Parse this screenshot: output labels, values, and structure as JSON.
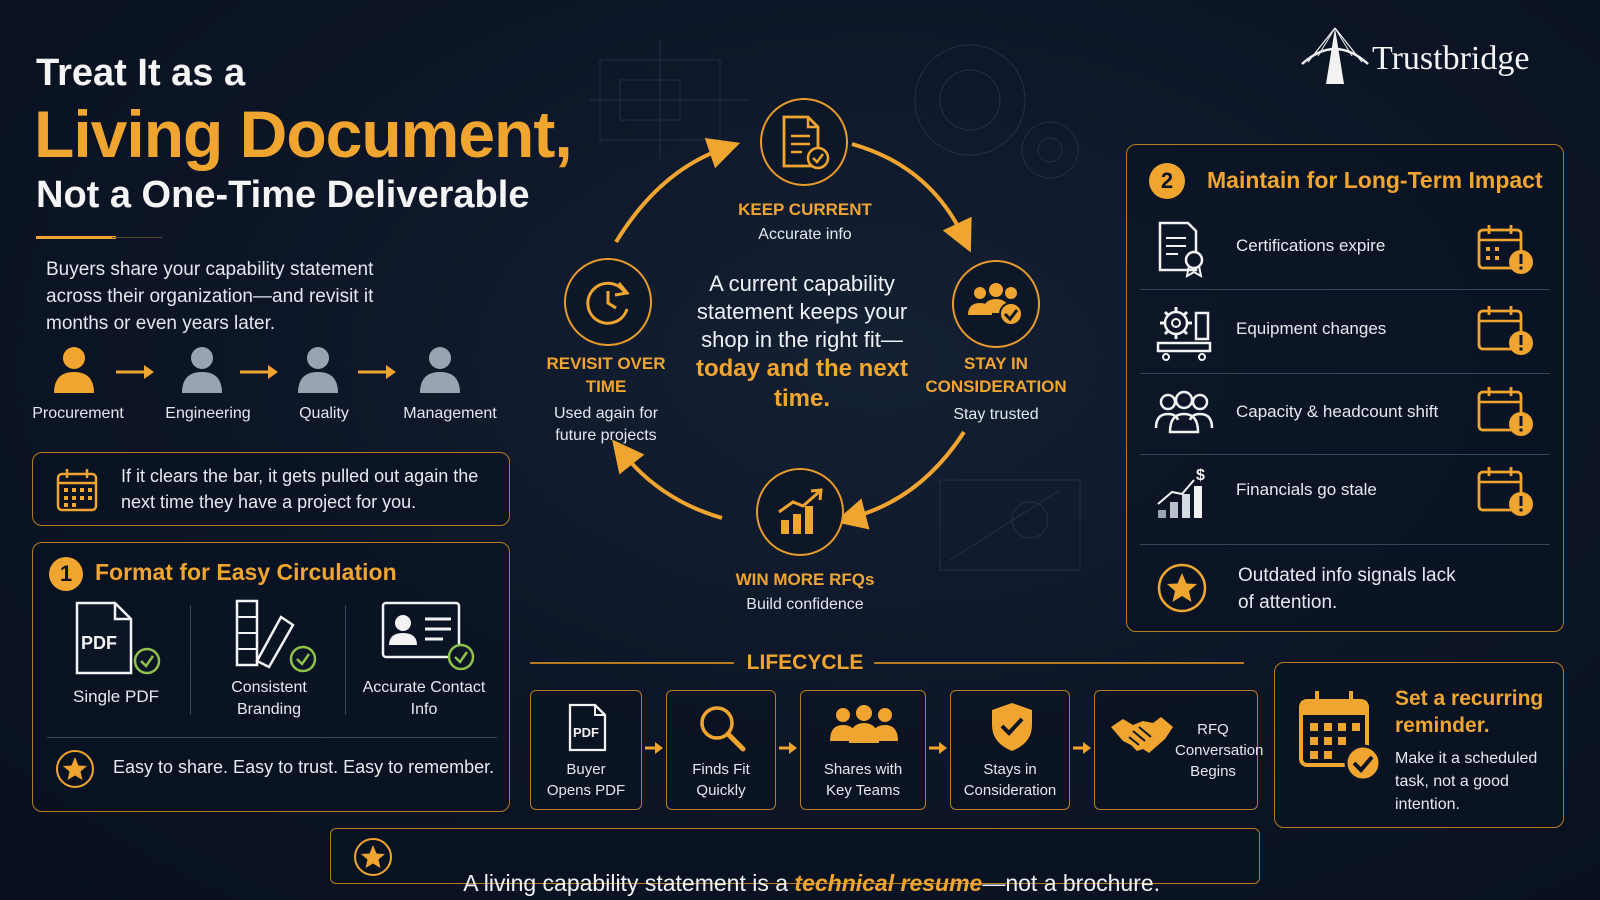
{
  "brand": {
    "name": "Trustbridge",
    "icon": "bridge-logo"
  },
  "header": {
    "line1": "Treat It as a",
    "line2": "Living Document,",
    "line3": "Not a One-Time Deliverable"
  },
  "intro": "Buyers share your capability statement across their organization—and revisit it months or even years later.",
  "roles": [
    "Procurement",
    "Engineering",
    "Quality",
    "Management"
  ],
  "callout": {
    "icon": "calendar-icon",
    "text": "If it clears the bar, it gets pulled out again the next time they have a project for you."
  },
  "format": {
    "number": "1",
    "title": "Format for Easy Circulation",
    "items": [
      {
        "label": "Single PDF",
        "icon": "pdf-icon"
      },
      {
        "label": "Consistent Branding",
        "icon": "swatch-icon"
      },
      {
        "label": "Accurate Contact Info",
        "icon": "contact-card-icon"
      }
    ],
    "footer": "Easy to share. Easy to trust. Easy to remember."
  },
  "cycle": {
    "center_text": "A current capability statement keeps your shop in the right fit—",
    "center_emphasis": "today and the next time.",
    "steps": {
      "keep": {
        "title": "KEEP CURRENT",
        "sub": "Accurate info"
      },
      "stay": {
        "title": "STAY IN CONSIDERATION",
        "sub": "Stay trusted"
      },
      "win": {
        "title": "WIN MORE RFQs",
        "sub": "Build confidence"
      },
      "revisit": {
        "title": "REVISIT OVER TIME",
        "sub": "Used again for future projects"
      }
    }
  },
  "maintain": {
    "number": "2",
    "title": "Maintain for Long-Term Impact",
    "items": [
      {
        "label": "Certifications expire",
        "icon": "certificate-icon"
      },
      {
        "label": "Equipment changes",
        "icon": "gear-machine-icon"
      },
      {
        "label": "Capacity & headcount shift",
        "icon": "people-icon"
      },
      {
        "label": "Financials go stale",
        "icon": "chart-dollar-icon"
      }
    ],
    "footer": "Outdated info signals lack of attention."
  },
  "lifecycle": {
    "title": "LIFECYCLE",
    "steps": [
      {
        "label": "Buyer Opens PDF",
        "icon": "pdf-icon"
      },
      {
        "label": "Finds Fit Quickly",
        "icon": "magnifier-icon"
      },
      {
        "label": "Shares with Key Teams",
        "icon": "team-icon"
      },
      {
        "label": "Stays in Consideration",
        "icon": "shield-check-icon"
      },
      {
        "label": "RFQ Conversation Begins",
        "icon": "handshake-icon"
      }
    ]
  },
  "reminder": {
    "title": "Set a recurring reminder.",
    "text": "Make it a scheduled task, not a good intention."
  },
  "footer": {
    "before": "A living capability statement is a ",
    "emphasis": "technical resume",
    "after": "—not a brochure."
  },
  "colors": {
    "accent": "#f0a530",
    "background": "#0c1526",
    "border": "#b77a22"
  }
}
